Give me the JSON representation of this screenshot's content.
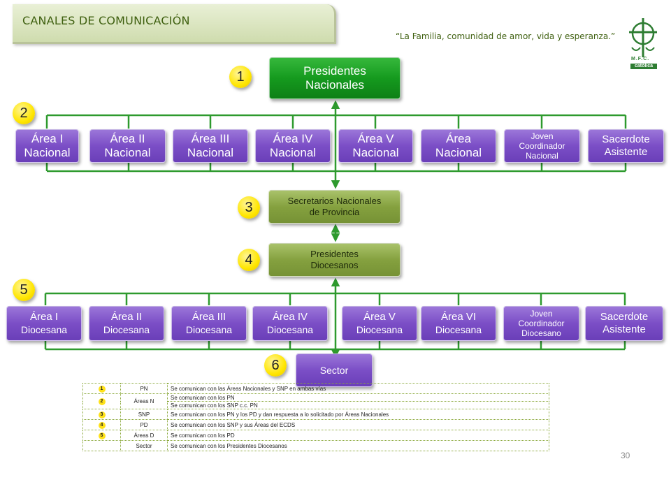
{
  "header": {
    "title": "CANALES DE COMUNICACIÓN",
    "slogan": "“La Familia, comunidad de amor, vida y esperanza.”"
  },
  "logo": {
    "letters": "M.F.C.",
    "badge": "católica"
  },
  "page_number": "30",
  "steps": [
    "1",
    "2",
    "3",
    "4",
    "5",
    "6"
  ],
  "nodes": {
    "presidentes_nacionales": {
      "line1": "Presidentes",
      "line2": "Nacionales"
    },
    "national_areas": [
      {
        "line1": "Área I",
        "line2": "Nacional"
      },
      {
        "line1": "Área II",
        "line2": "Nacional"
      },
      {
        "line1": "Área III",
        "line2": "Nacional"
      },
      {
        "line1": "Área IV",
        "line2": "Nacional"
      },
      {
        "line1": "Área V",
        "line2": "Nacional"
      },
      {
        "line1": "Área",
        "line2": "Nacional"
      },
      {
        "line1": "Joven",
        "line2": "Coordinador",
        "line3": "Nacional"
      },
      {
        "line1": "Sacerdote",
        "line2": "Asistente"
      }
    ],
    "secretarios": {
      "line1": "Secretarios Nacionales",
      "line2": "de Provincia"
    },
    "presidentes_diocesanos": {
      "line1": "Presidentes",
      "line2": "Diocesanos"
    },
    "diocesan_areas": [
      {
        "line1": "Área I",
        "line2": "Diocesana"
      },
      {
        "line1": "Área II",
        "line2": "Diocesana"
      },
      {
        "line1": "Área III",
        "line2": "Diocesana"
      },
      {
        "line1": "Área IV",
        "line2": "Diocesana"
      },
      {
        "line1": "Área V",
        "line2": "Diocesana"
      },
      {
        "line1": "Área VI",
        "line2": "Diocesana"
      },
      {
        "line1": "Joven",
        "line2": "Coordinador",
        "line3": "Diocesano"
      },
      {
        "line1": "Sacerdote",
        "line2": "Asistente"
      }
    ],
    "sector": {
      "label": "Sector"
    }
  },
  "legend": [
    {
      "num": "1",
      "code": "PN",
      "desc": [
        "Se comunican con las Áreas Nacionales y SNP en ambas vías"
      ]
    },
    {
      "num": "2",
      "code": "Áreas N",
      "desc": [
        "Se comunican con los PN",
        "Se comunican con los SNP c.c. PN"
      ]
    },
    {
      "num": "3",
      "code": "SNP",
      "desc": [
        "Se comunican con los PN y los PD y dan respuesta a lo solicitado por Áreas Nacionales"
      ]
    },
    {
      "num": "4",
      "code": "PD",
      "desc": [
        "Se comunican con los SNP y sus Áreas del ECDS"
      ]
    },
    {
      "num": "5",
      "code": "Áreas D",
      "desc": [
        "Se comunican con los PD"
      ]
    },
    {
      "num": "",
      "code": "Sector",
      "desc": [
        "Se comunican con los Presidentes Diocesanos"
      ]
    }
  ],
  "colors": {
    "line": "#2e9a2e",
    "purple": "#7b4ec6",
    "green": "#159a1e",
    "olive": "#85a13f",
    "badge": "#ffe600"
  }
}
